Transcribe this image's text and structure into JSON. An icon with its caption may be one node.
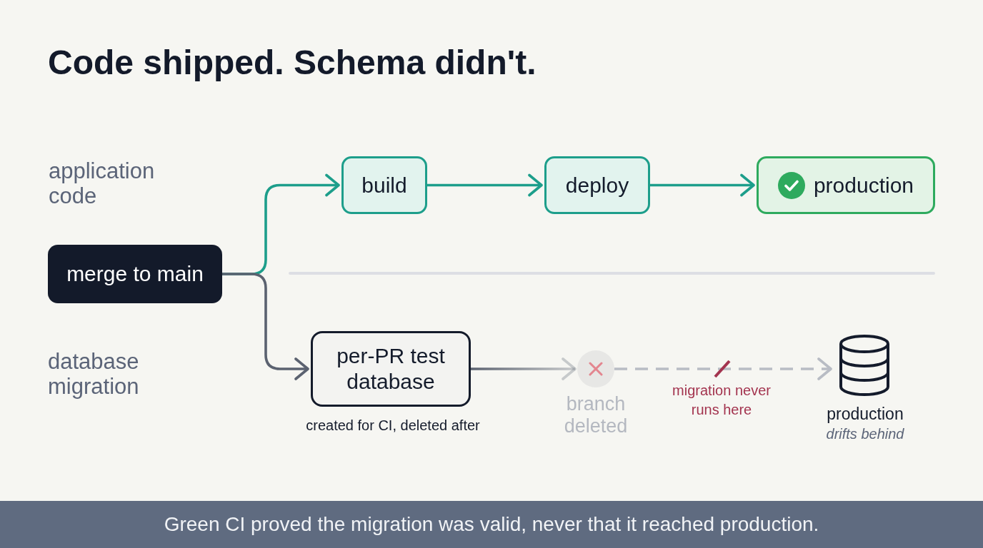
{
  "diagram": {
    "title": "Code shipped. Schema didn't.",
    "caption": "Green CI proved the migration was valid, never that it reached production.",
    "nodes": [
      {
        "text": [
          "merge to main"
        ]
      },
      {
        "text": [
          "build"
        ]
      },
      {
        "text": [
          "deploy"
        ]
      },
      {
        "text": [
          "production"
        ]
      },
      {
        "text": [
          "per-PR test database"
        ],
        "beside": [
          "created for CI, deleted after"
        ]
      },
      {
        "text": [],
        "shape": "circle",
        "beside": [
          "branch deleted"
        ]
      },
      {
        "text": [],
        "shape": "cylinder",
        "beside": [
          "production",
          "drifts behind"
        ]
      }
    ],
    "edges": [
      {
        "from": 0,
        "to": 1,
        "arrow": "to"
      },
      {
        "from": 1,
        "to": 2,
        "arrow": "to"
      },
      {
        "from": 2,
        "to": 3,
        "arrow": "to"
      },
      {
        "from": 0,
        "to": 4,
        "arrow": "to",
        "color": "#5b6270"
      },
      {
        "from": 4,
        "to": 5,
        "arrow": "to",
        "color": "#5b6270"
      },
      {
        "from": 5,
        "to": 6,
        "arrow": "to",
        "style": "dashed",
        "label": "migration never runs here",
        "color": "#b8bcc4"
      }
    ],
    "labels": [
      "application code",
      "database migration"
    ]
  }
}
